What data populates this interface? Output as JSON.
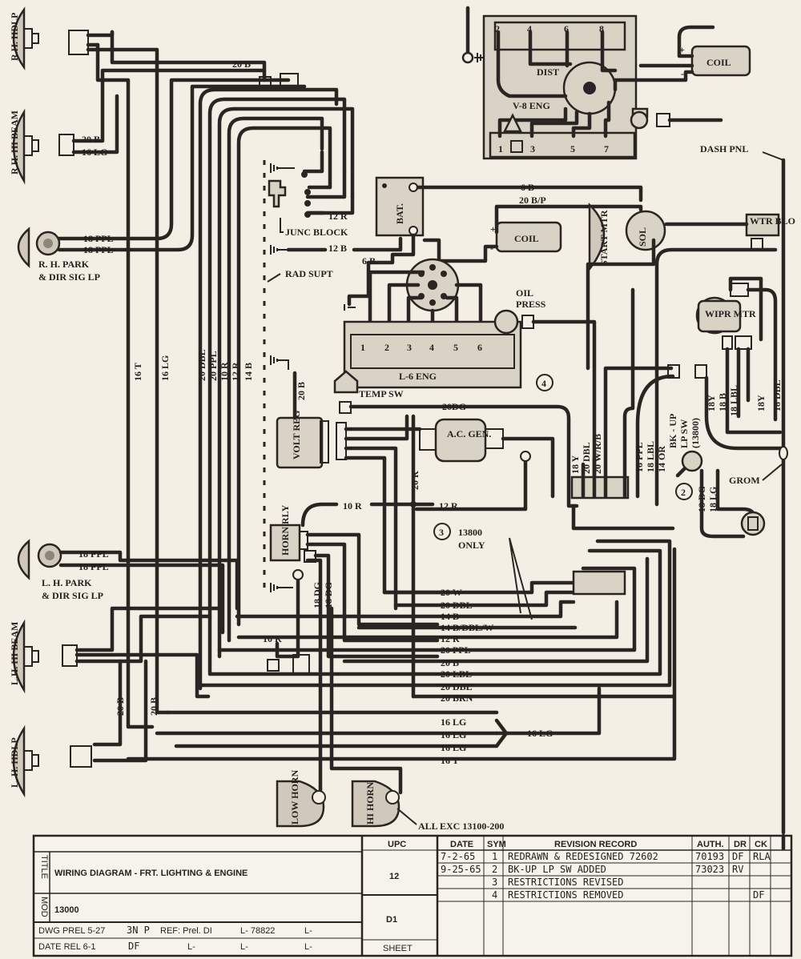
{
  "components": {
    "rh_hdlp": "R.H. HDLP",
    "rh_hi_beam": "R.H. HI BEAM",
    "rh_park": "R. H. PARK",
    "rh_park2": "& DIR SIG LP",
    "lh_park": "L. H. PARK",
    "lh_park2": "& DIR SIG LP",
    "lh_hi_beam": "L.H. HI BEAM",
    "lh_hdlp": "L. H. HDLP",
    "low_horn": "LOW HORN",
    "hi_horn": "HI HORN",
    "junc_block": "JUNC BLOCK",
    "rad_supt": "RAD SUPT",
    "bat": "BAT.",
    "coil_v8": "COIL",
    "coil_l6": "COIL",
    "dist": "DIST",
    "v8_eng": "V-8 ENG",
    "l6_eng": "L-6 ENG",
    "oil_press_1": "OIL",
    "oil_press_2": "PRESS",
    "temp_sw": "TEMP SW",
    "volt_reg": "VOLT REG",
    "ac_gen": "A.C. GEN.",
    "horn_rly": "HORN RLY",
    "start_mtr": "START MTR",
    "sol": "SOL",
    "wipr_mtr": "WIPR MTR",
    "wtr_blo": "WTR BLO",
    "dash_pnl": "DASH PNL",
    "bk_up_sw_1": "BK - UP",
    "bk_up_sw_2": "LP SW",
    "bk_up_sw_3": "(13800)",
    "grom": "GROM",
    "only_1": "13800",
    "only_2": "ONLY",
    "all_exc": "ALL EXC 13100-200"
  },
  "notes": {
    "n2": "2",
    "n3": "3",
    "n4": "4"
  },
  "engine_terminals": {
    "v8_top": [
      "2",
      "4",
      "6",
      "8"
    ],
    "v8_bottom": [
      "1",
      "3",
      "5",
      "7"
    ],
    "l6": [
      "1",
      "2",
      "3",
      "4",
      "5",
      "6"
    ]
  },
  "wire_labels": {
    "top_20b": "20 B",
    "rh_beam_20b": "20 B",
    "rh_beam_16lg": "16 LG",
    "rh_park_ppl1": "18 PPL",
    "rh_park_ppl2": "18 PPL",
    "jb_12r_1": "12 R",
    "jb_12b": "12 B",
    "bat_6b": "6 B",
    "bat_6b_top": "6 B",
    "bat_20bp": "20 B/P",
    "vr_20b": "20 B",
    "gen_20dg": "20DG",
    "gen_20r": "20 R",
    "r10": "10 R",
    "r12": "12 R",
    "r10_low": "10 R",
    "lh_park_ppl1": "18 PPL",
    "lh_park_ppl2": "18 PPL",
    "horn_dg1": "18 DG",
    "horn_dg2": "18 DG",
    "vert_16t": "16 T",
    "vert_16lg": "16 LG",
    "vert_20dbl": "20 DBL",
    "vert_20ppl": "20 PPL",
    "vert_10r": "10 R",
    "vert_12r": "12 R",
    "vert_14b": "14 B",
    "lh_20b_a": "20 B",
    "lh_20b_b": "20 B",
    "bk_18y": "18 Y",
    "bk_20dbl": "20 DBL",
    "bk_20wrb": "20 W/R/B",
    "bk_16ppl": "16 PPL",
    "bk_18lbl": "18 LBL",
    "bk_14or": "14 OR",
    "w_18y": "18Y",
    "w_18b": "18 B",
    "w_18lbl": "18 LBL",
    "w_18y2": "18Y",
    "w_18dbl": "18 DBL",
    "sw_18dg": "18 DG",
    "sw_18lg": "18 LG",
    "lg_join": "16 LG"
  },
  "bundle": [
    "20 W",
    "20 DBL",
    "14 B",
    "14 B/DBL/W",
    "12 R",
    "20 PPL",
    "20 B",
    "20 LBL",
    "20 DBL",
    "20 BRN",
    "16 LG",
    "16 LG",
    "16 LG",
    "16 T"
  ],
  "title_block": {
    "title_label": "TITLE",
    "title": "WIRING DIAGRAM - FRT. LIGHTING & ENGINE",
    "mod_label": "MOD",
    "model": "13000",
    "upc_label": "UPC",
    "upc": "12",
    "sheet_code": "D1",
    "sheet_label": "SHEET",
    "dwg_row": [
      "DWG PREL 5-27",
      "3N P",
      "REF: Prel. DI",
      "L- 78822",
      "L-"
    ],
    "date_row": [
      "DATE REL 6-1",
      "DF",
      "L-",
      "L-",
      "L-"
    ],
    "rev_headers": [
      "DATE",
      "SYM",
      "REVISION RECORD",
      "AUTH.",
      "DR",
      "CK"
    ],
    "revisions": [
      {
        "date": "7-2-65",
        "sym": "1",
        "record": "REDRAWN & REDESIGNED 72602",
        "auth": "70193",
        "dr": "DF",
        "ck": "RLA"
      },
      {
        "date": "9-25-65",
        "sym": "2",
        "record": "BK-UP LP SW ADDED",
        "auth": "73023",
        "dr": "RV",
        "ck": ""
      },
      {
        "date": "",
        "sym": "3",
        "record": "RESTRICTIONS REVISED",
        "auth": "",
        "dr": "",
        "ck": ""
      },
      {
        "date": "",
        "sym": "4",
        "record": "RESTRICTIONS REMOVED",
        "auth": "",
        "dr": "",
        "ck": "DF"
      }
    ]
  }
}
